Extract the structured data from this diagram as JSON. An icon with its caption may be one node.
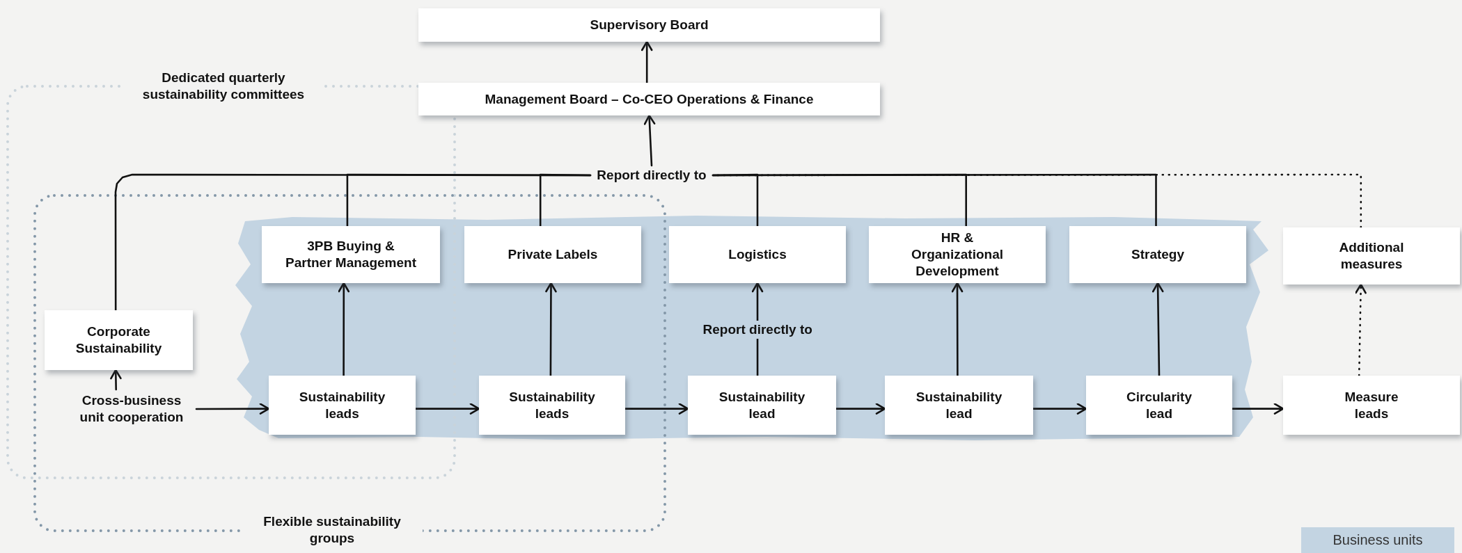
{
  "diagram": {
    "nodes": [
      {
        "text": [
          "Supervisory Board"
        ]
      },
      {
        "text": [
          "Management Board – Co-CEO Operations & Finance"
        ]
      },
      {
        "text": [
          "Report directly to"
        ]
      },
      {
        "text": [
          "3PB Buying & Partner Management"
        ]
      },
      {
        "text": [
          "Private Labels"
        ]
      },
      {
        "text": [
          "Logistics"
        ]
      },
      {
        "text": [
          "HR & Organizational Development"
        ]
      },
      {
        "text": [
          "Strategy"
        ]
      },
      {
        "text": [
          "Additional measures"
        ]
      },
      {
        "text": [
          "Corporate Sustainability"
        ]
      },
      {
        "text": [
          "Cross-business unit cooperation"
        ]
      },
      {
        "text": [
          "Sustainability leads"
        ]
      },
      {
        "text": [
          "Sustainability leads"
        ]
      },
      {
        "text": [
          "Sustainability lead"
        ]
      },
      {
        "text": [
          "Sustainability lead"
        ]
      },
      {
        "text": [
          "Circularity lead"
        ]
      },
      {
        "text": [
          "Measure leads"
        ]
      }
    ],
    "edges": [
      {
        "from": 10,
        "to": 9,
        "arrow": "to"
      },
      {
        "from": 10,
        "to": 11,
        "arrow": "to"
      },
      {
        "from": 11,
        "to": 12,
        "arrow": "to"
      },
      {
        "from": 12,
        "to": 13,
        "arrow": "to"
      },
      {
        "from": 13,
        "to": 14,
        "arrow": "to"
      },
      {
        "from": 14,
        "to": 15,
        "arrow": "to"
      },
      {
        "from": 15,
        "to": 16,
        "arrow": "to"
      },
      {
        "from": 11,
        "to": 3,
        "arrow": "to"
      },
      {
        "from": 12,
        "to": 4,
        "arrow": "to"
      },
      {
        "from": 13,
        "to": 5,
        "arrow": "to",
        "label": "Report directly to"
      },
      {
        "from": 14,
        "to": 6,
        "arrow": "to"
      },
      {
        "from": 15,
        "to": 7,
        "arrow": "to"
      },
      {
        "from": 16,
        "to": 8,
        "arrow": "to",
        "style": "dashed"
      },
      {
        "from": 9,
        "to": 2,
        "arrow": "none"
      },
      {
        "from": 3,
        "to": 2,
        "arrow": "none"
      },
      {
        "from": 4,
        "to": 2,
        "arrow": "none"
      },
      {
        "from": 5,
        "to": 2,
        "arrow": "none"
      },
      {
        "from": 6,
        "to": 2,
        "arrow": "none"
      },
      {
        "from": 7,
        "to": 2,
        "arrow": "none"
      },
      {
        "from": 8,
        "to": 2,
        "arrow": "none",
        "style": "dashed"
      },
      {
        "from": 2,
        "to": 1,
        "arrow": "to"
      },
      {
        "from": 1,
        "to": 0,
        "arrow": "to"
      }
    ],
    "labels": [
      "Dedicated quarterly sustainability committees",
      "Flexible sustainability groups"
    ],
    "legend": [
      {
        "text": "Business units",
        "color": "#c3d4e2"
      }
    ]
  }
}
